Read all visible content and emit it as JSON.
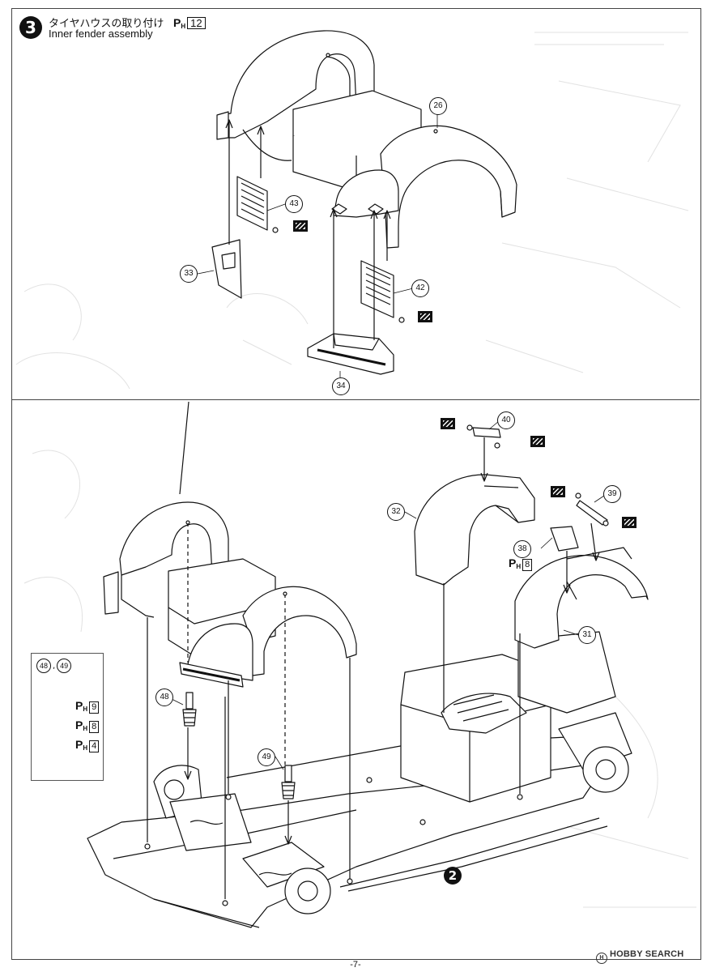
{
  "step": {
    "number": "3",
    "title_jp": "タイヤハウスの取り付け",
    "title_en": "Inner fender assembly",
    "paint_ref": "12"
  },
  "parts_top": [
    "26",
    "43",
    "33",
    "42",
    "34"
  ],
  "parts_bottom": [
    "40",
    "32",
    "39",
    "38",
    "31",
    "48",
    "49"
  ],
  "paint_refs": {
    "part38": "8",
    "shock_9": "9",
    "shock_8": "8",
    "shock_4": "4"
  },
  "shock_box": {
    "part_a": "48",
    "part_b": "49",
    "separator": ","
  },
  "ph_label": {
    "p": "P",
    "h": "H"
  },
  "subassembly": "2",
  "page_number": "-7-",
  "watermark": {
    "logo": "H",
    "text": "HOBBY SEARCH"
  },
  "icons": [
    "glue-icon",
    "paint-ref-icon",
    "step-badge-icon"
  ],
  "colors": {
    "ink": "#111111",
    "paper": "#ffffff",
    "faint": "#cfcfcf"
  }
}
